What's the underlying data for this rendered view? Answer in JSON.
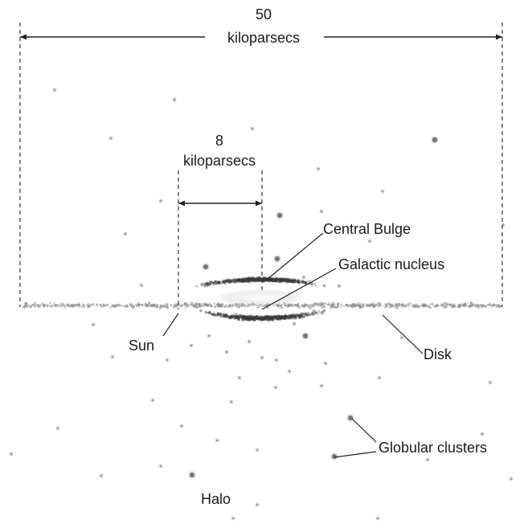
{
  "labels": {
    "outer_value": "50",
    "outer_unit": "kiloparsecs",
    "inner_value": "8",
    "inner_unit": "kiloparsecs",
    "central_bulge": "Central Bulge",
    "galactic_nucleus": "Galactic nucleus",
    "sun": "Sun",
    "disk": "Disk",
    "globular_clusters": "Globular clusters",
    "halo": "Halo"
  },
  "colors": {
    "ink": "#1a1a1a",
    "disk": "#8a8a8a",
    "bulge": "#3c3c3c",
    "stars": "#9a9a9a"
  }
}
